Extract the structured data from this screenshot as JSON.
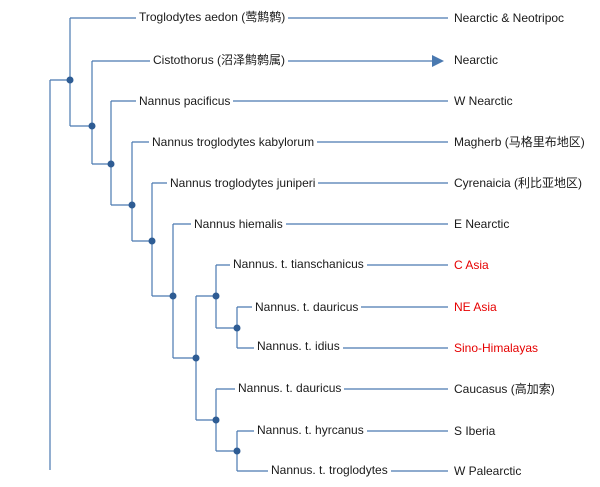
{
  "colors": {
    "line": "#4a79b0",
    "node": "#2e5c94",
    "text": "#1a1a1a",
    "highlight": "#e60000"
  },
  "taxa": [
    {
      "name": "Troglodytes aedon (莺鹪鹩)",
      "region": "Nearctic & Neotripoc",
      "highlight": false
    },
    {
      "name": "Cistothorus (沼泽鹪鹩属)",
      "region": "Nearctic",
      "highlight": false,
      "arrow": true
    },
    {
      "name": "Nannus pacificus",
      "region": "W Nearctic",
      "highlight": false
    },
    {
      "name": "Nannus troglodytes kabylorum",
      "region": "Magherb (马格里布地区)",
      "highlight": false
    },
    {
      "name": "Nannus troglodytes juniperi",
      "region": "Cyrenaicia (利比亚地区)",
      "highlight": false
    },
    {
      "name": "Nannus hiemalis",
      "region": "E Nearctic",
      "highlight": false
    },
    {
      "name": "Nannus. t. tianschanicus",
      "region": "C Asia",
      "highlight": true
    },
    {
      "name": "Nannus. t. dauricus",
      "region": "NE Asia",
      "highlight": true
    },
    {
      "name": "Nannus. t. idius",
      "region": "Sino-Himalayas",
      "highlight": true
    },
    {
      "name": "Nannus. t. dauricus",
      "region": "Caucasus (高加索)",
      "highlight": false
    },
    {
      "name": "Nannus. t. hyrcanus",
      "region": "S Iberia",
      "highlight": false
    },
    {
      "name": "Nannus. t. troglodytes",
      "region": "W Palearctic",
      "highlight": false
    }
  ]
}
